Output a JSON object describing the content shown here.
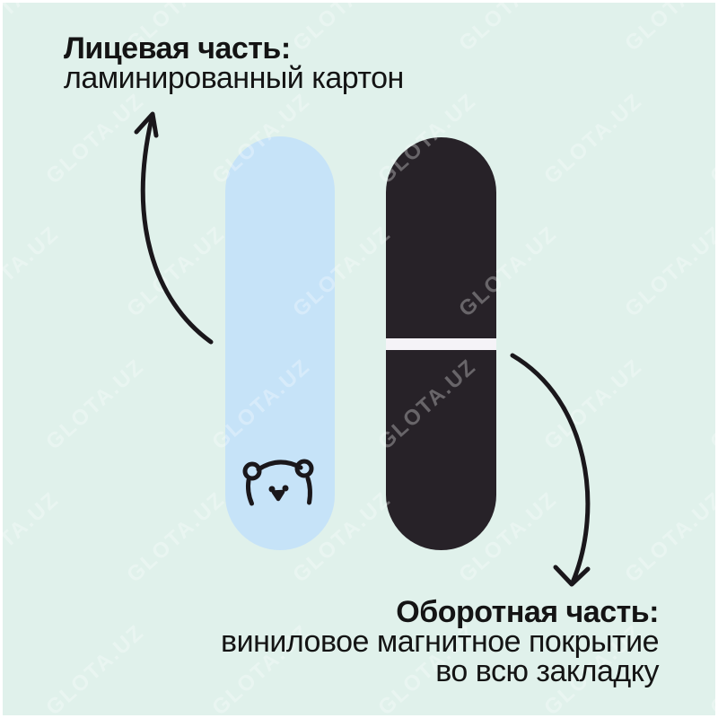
{
  "page": {
    "background_color": "#e0f1eb",
    "frame_color": "#ffffff",
    "ink_color": "#1a171b",
    "text_color": "#141414"
  },
  "labels": {
    "front": {
      "title": "Лицевая часть:",
      "subtitle": "ламинированный картон"
    },
    "back": {
      "title": "Оборотная часть:",
      "subtitle_line1": "виниловое магнитное покрытие",
      "subtitle_line2": "во всю закладку"
    }
  },
  "bookmark": {
    "front_color": "#c6e3f8",
    "back_color": "#272228",
    "magnet_stripe_color": "#f5f3f7"
  },
  "icons": {
    "bear_face": "bear-face-doodle",
    "arrow_to_front": "curved-arrow-up",
    "arrow_to_back": "curved-arrow-down"
  },
  "watermark": {
    "text": "GLOTA.UZ"
  }
}
